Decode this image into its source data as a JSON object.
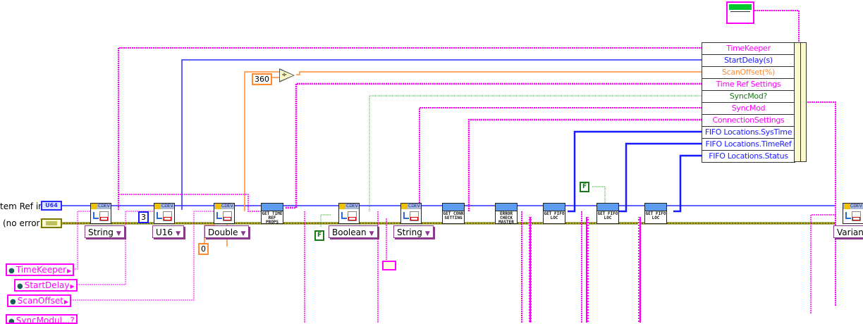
{
  "colors": {
    "cluster_wire": "#ff00ff",
    "refnum_wire": "#2b2bff",
    "u16_wire": "#1a1aff",
    "double_wire": "#ff8a30",
    "bool_wire": "#3a9a3a",
    "error_wire": "#7a7a00"
  },
  "inputs": {
    "system_ref_label": "tem Ref in",
    "system_ref_terminal": "U64",
    "error_in_label": "(no error)"
  },
  "global_variables": [
    {
      "label": "TimeKeeper",
      "icon": "globe-icon"
    },
    {
      "label": "StartDelay",
      "icon": "globe-icon"
    },
    {
      "label": "ScanOffset",
      "icon": "globe-icon"
    },
    {
      "label": "SyncModul...?",
      "icon": "globe-icon"
    }
  ],
  "constants": {
    "u16_const": "3",
    "double_const": "0",
    "divisor_const": "360",
    "bool_const_1": "F",
    "bool_const_2": "F",
    "divide_symbol": "÷"
  },
  "cdev_nodes": [
    {
      "header": "CDEV",
      "type": "String"
    },
    {
      "header": "CDEV",
      "type": "U16"
    },
    {
      "header": "CDEV",
      "type": "Double"
    },
    {
      "header": "CDEV",
      "type": "Boolean"
    },
    {
      "header": "CDEV",
      "type": "String"
    },
    {
      "header": "CDEV",
      "type": "Variant"
    }
  ],
  "subvis": [
    {
      "label": "GET TIME REF PROPS"
    },
    {
      "label": "GET CONN SETTING"
    },
    {
      "label": "ERROR CHECK MASTER"
    },
    {
      "label": "GET FIFO LOC"
    },
    {
      "label": "GET FIFO LOC"
    },
    {
      "label": "GET FIFO LOC"
    }
  ],
  "bundle": {
    "elements": [
      {
        "label": "TimeKeeper",
        "color": "#ff00ff"
      },
      {
        "label": "StartDelay(s)",
        "color": "#1a1aff"
      },
      {
        "label": "ScanOffset(%)",
        "color": "#ff8a30"
      },
      {
        "label": "Time Ref Settings",
        "color": "#ff00ff"
      },
      {
        "label": "SyncMod?",
        "color": "#1a7a1a"
      },
      {
        "label": "SyncMod",
        "color": "#ff00ff"
      },
      {
        "label": "ConnectionSettings",
        "color": "#ff00ff"
      },
      {
        "label": "FIFO Locations.SysTime",
        "color": "#1a1aff"
      },
      {
        "label": "FIFO Locations.TimeRef",
        "color": "#1a1aff"
      },
      {
        "label": "FIFO Locations.Status",
        "color": "#1a1aff"
      }
    ]
  },
  "output_indicator": {
    "icon": "cluster-indicator-icon"
  }
}
